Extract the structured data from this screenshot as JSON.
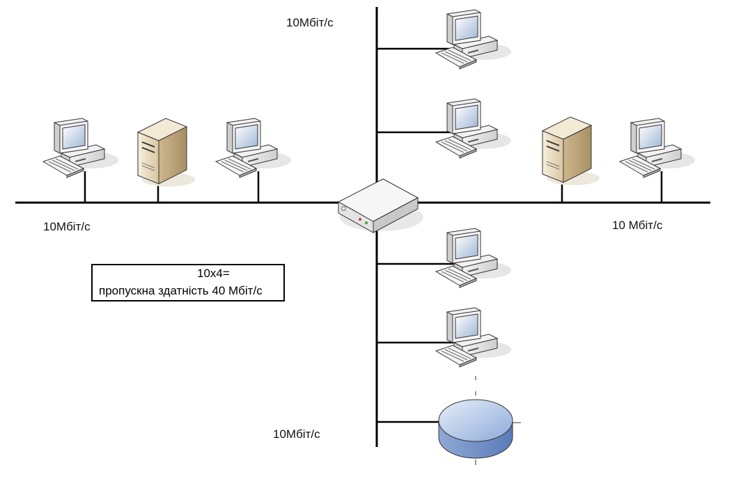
{
  "labels": {
    "top_segment": "10Мбіт/с",
    "left_segment": "10Мбіт/с",
    "right_segment": "10 Мбіт/с",
    "bottom_segment": "10Мбіт/с"
  },
  "note": {
    "line1": "10x4=",
    "line2": "пропускна здатність 40 Мбіт/с"
  },
  "devices": {
    "left": [
      "workstation",
      "server-tower",
      "workstation"
    ],
    "right": [
      "server-tower",
      "workstation"
    ],
    "top": [
      "workstation",
      "workstation"
    ],
    "bottom": [
      "workstation",
      "workstation",
      "disk-storage"
    ],
    "center": "switch"
  },
  "colors": {
    "line": "#000000",
    "monitor_screen": "#9fb6d6",
    "server_body": "#e9dcc0",
    "disk_top": "#b9cdea",
    "disk_side": "#6f8fc4"
  }
}
